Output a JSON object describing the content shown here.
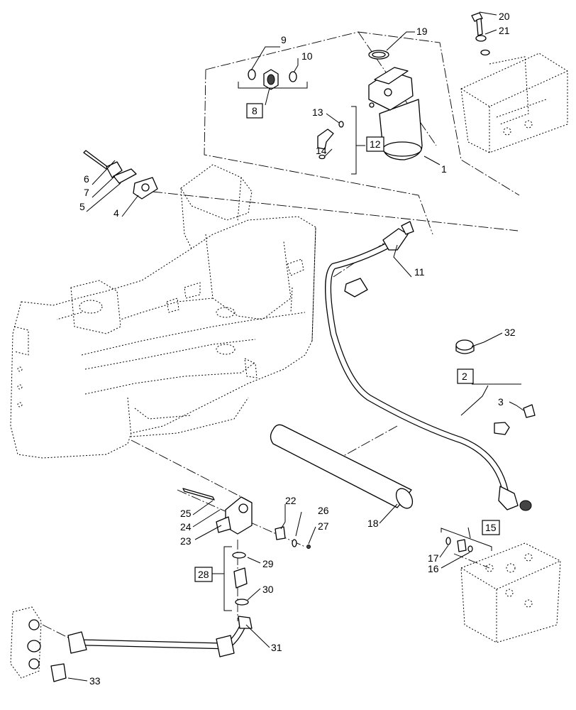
{
  "callouts": [
    {
      "id": "c1",
      "label": "1"
    },
    {
      "id": "c2",
      "label": "2"
    },
    {
      "id": "c3",
      "label": "3"
    },
    {
      "id": "c4",
      "label": "4"
    },
    {
      "id": "c5",
      "label": "5"
    },
    {
      "id": "c6",
      "label": "6"
    },
    {
      "id": "c7",
      "label": "7"
    },
    {
      "id": "c8",
      "label": "8"
    },
    {
      "id": "c9",
      "label": "9"
    },
    {
      "id": "c10",
      "label": "10"
    },
    {
      "id": "c11",
      "label": "11"
    },
    {
      "id": "c12",
      "label": "12"
    },
    {
      "id": "c13",
      "label": "13"
    },
    {
      "id": "c14",
      "label": "14"
    },
    {
      "id": "c15",
      "label": "15"
    },
    {
      "id": "c16",
      "label": "16"
    },
    {
      "id": "c17",
      "label": "17"
    },
    {
      "id": "c18",
      "label": "18"
    },
    {
      "id": "c19",
      "label": "19"
    },
    {
      "id": "c20",
      "label": "20"
    },
    {
      "id": "c21",
      "label": "21"
    },
    {
      "id": "c22",
      "label": "22"
    },
    {
      "id": "c23",
      "label": "23"
    },
    {
      "id": "c24",
      "label": "24"
    },
    {
      "id": "c25",
      "label": "25"
    },
    {
      "id": "c26",
      "label": "26"
    },
    {
      "id": "c27",
      "label": "27"
    },
    {
      "id": "c28",
      "label": "28"
    },
    {
      "id": "c29",
      "label": "29"
    },
    {
      "id": "c30",
      "label": "30"
    },
    {
      "id": "c31",
      "label": "31"
    },
    {
      "id": "c32",
      "label": "32"
    },
    {
      "id": "c33",
      "label": "33"
    }
  ]
}
